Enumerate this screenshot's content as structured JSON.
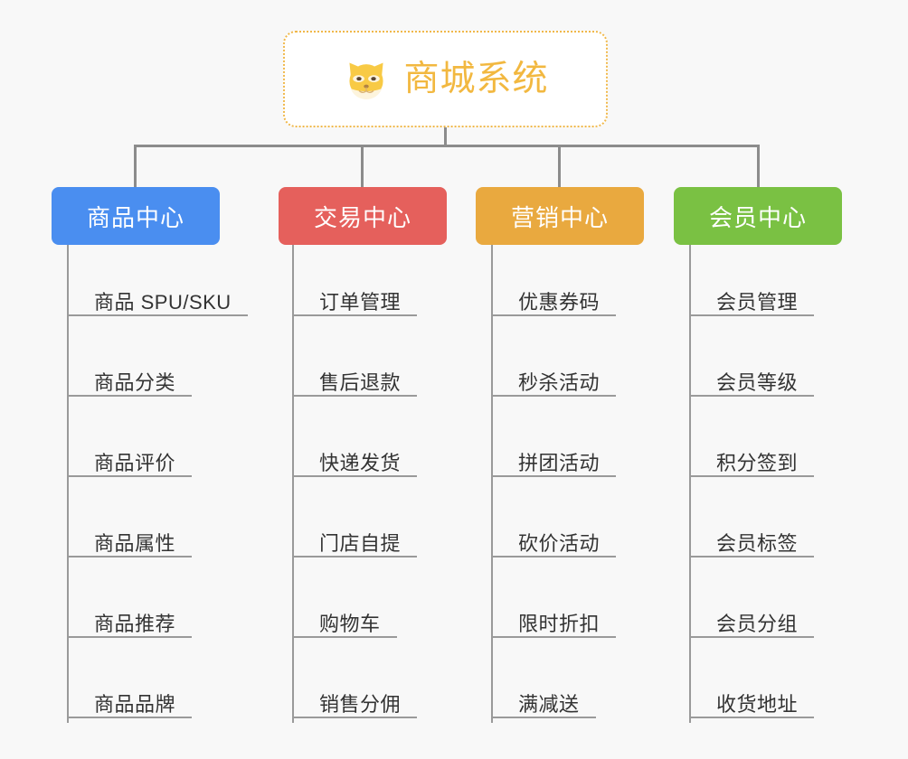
{
  "background_color": "#f8f8f8",
  "root": {
    "title": "商城系统",
    "icon": "dog-face-icon",
    "text_color": "#f2b840",
    "border_color": "#f0b84a",
    "fill_color": "#ffffff"
  },
  "connector_color": "#8c8c8c",
  "branch_color": "#9a9a9a",
  "columns": [
    {
      "id": "product-center",
      "label": "商品中心",
      "color": "#4a8ef0",
      "items": [
        "商品 SPU/SKU",
        "商品分类",
        "商品评价",
        "商品属性",
        "商品推荐",
        "商品品牌"
      ]
    },
    {
      "id": "trade-center",
      "label": "交易中心",
      "color": "#e5605c",
      "items": [
        "订单管理",
        "售后退款",
        "快递发货",
        "门店自提",
        "购物车",
        "销售分佣"
      ]
    },
    {
      "id": "marketing-center",
      "label": "营销中心",
      "color": "#e9a93f",
      "items": [
        "优惠券码",
        "秒杀活动",
        "拼团活动",
        "砍价活动",
        "限时折扣",
        "满减送"
      ]
    },
    {
      "id": "member-center",
      "label": "会员中心",
      "color": "#7ac143",
      "items": [
        "会员管理",
        "会员等级",
        "积分签到",
        "会员标签",
        "会员分组",
        "收货地址"
      ]
    }
  ]
}
